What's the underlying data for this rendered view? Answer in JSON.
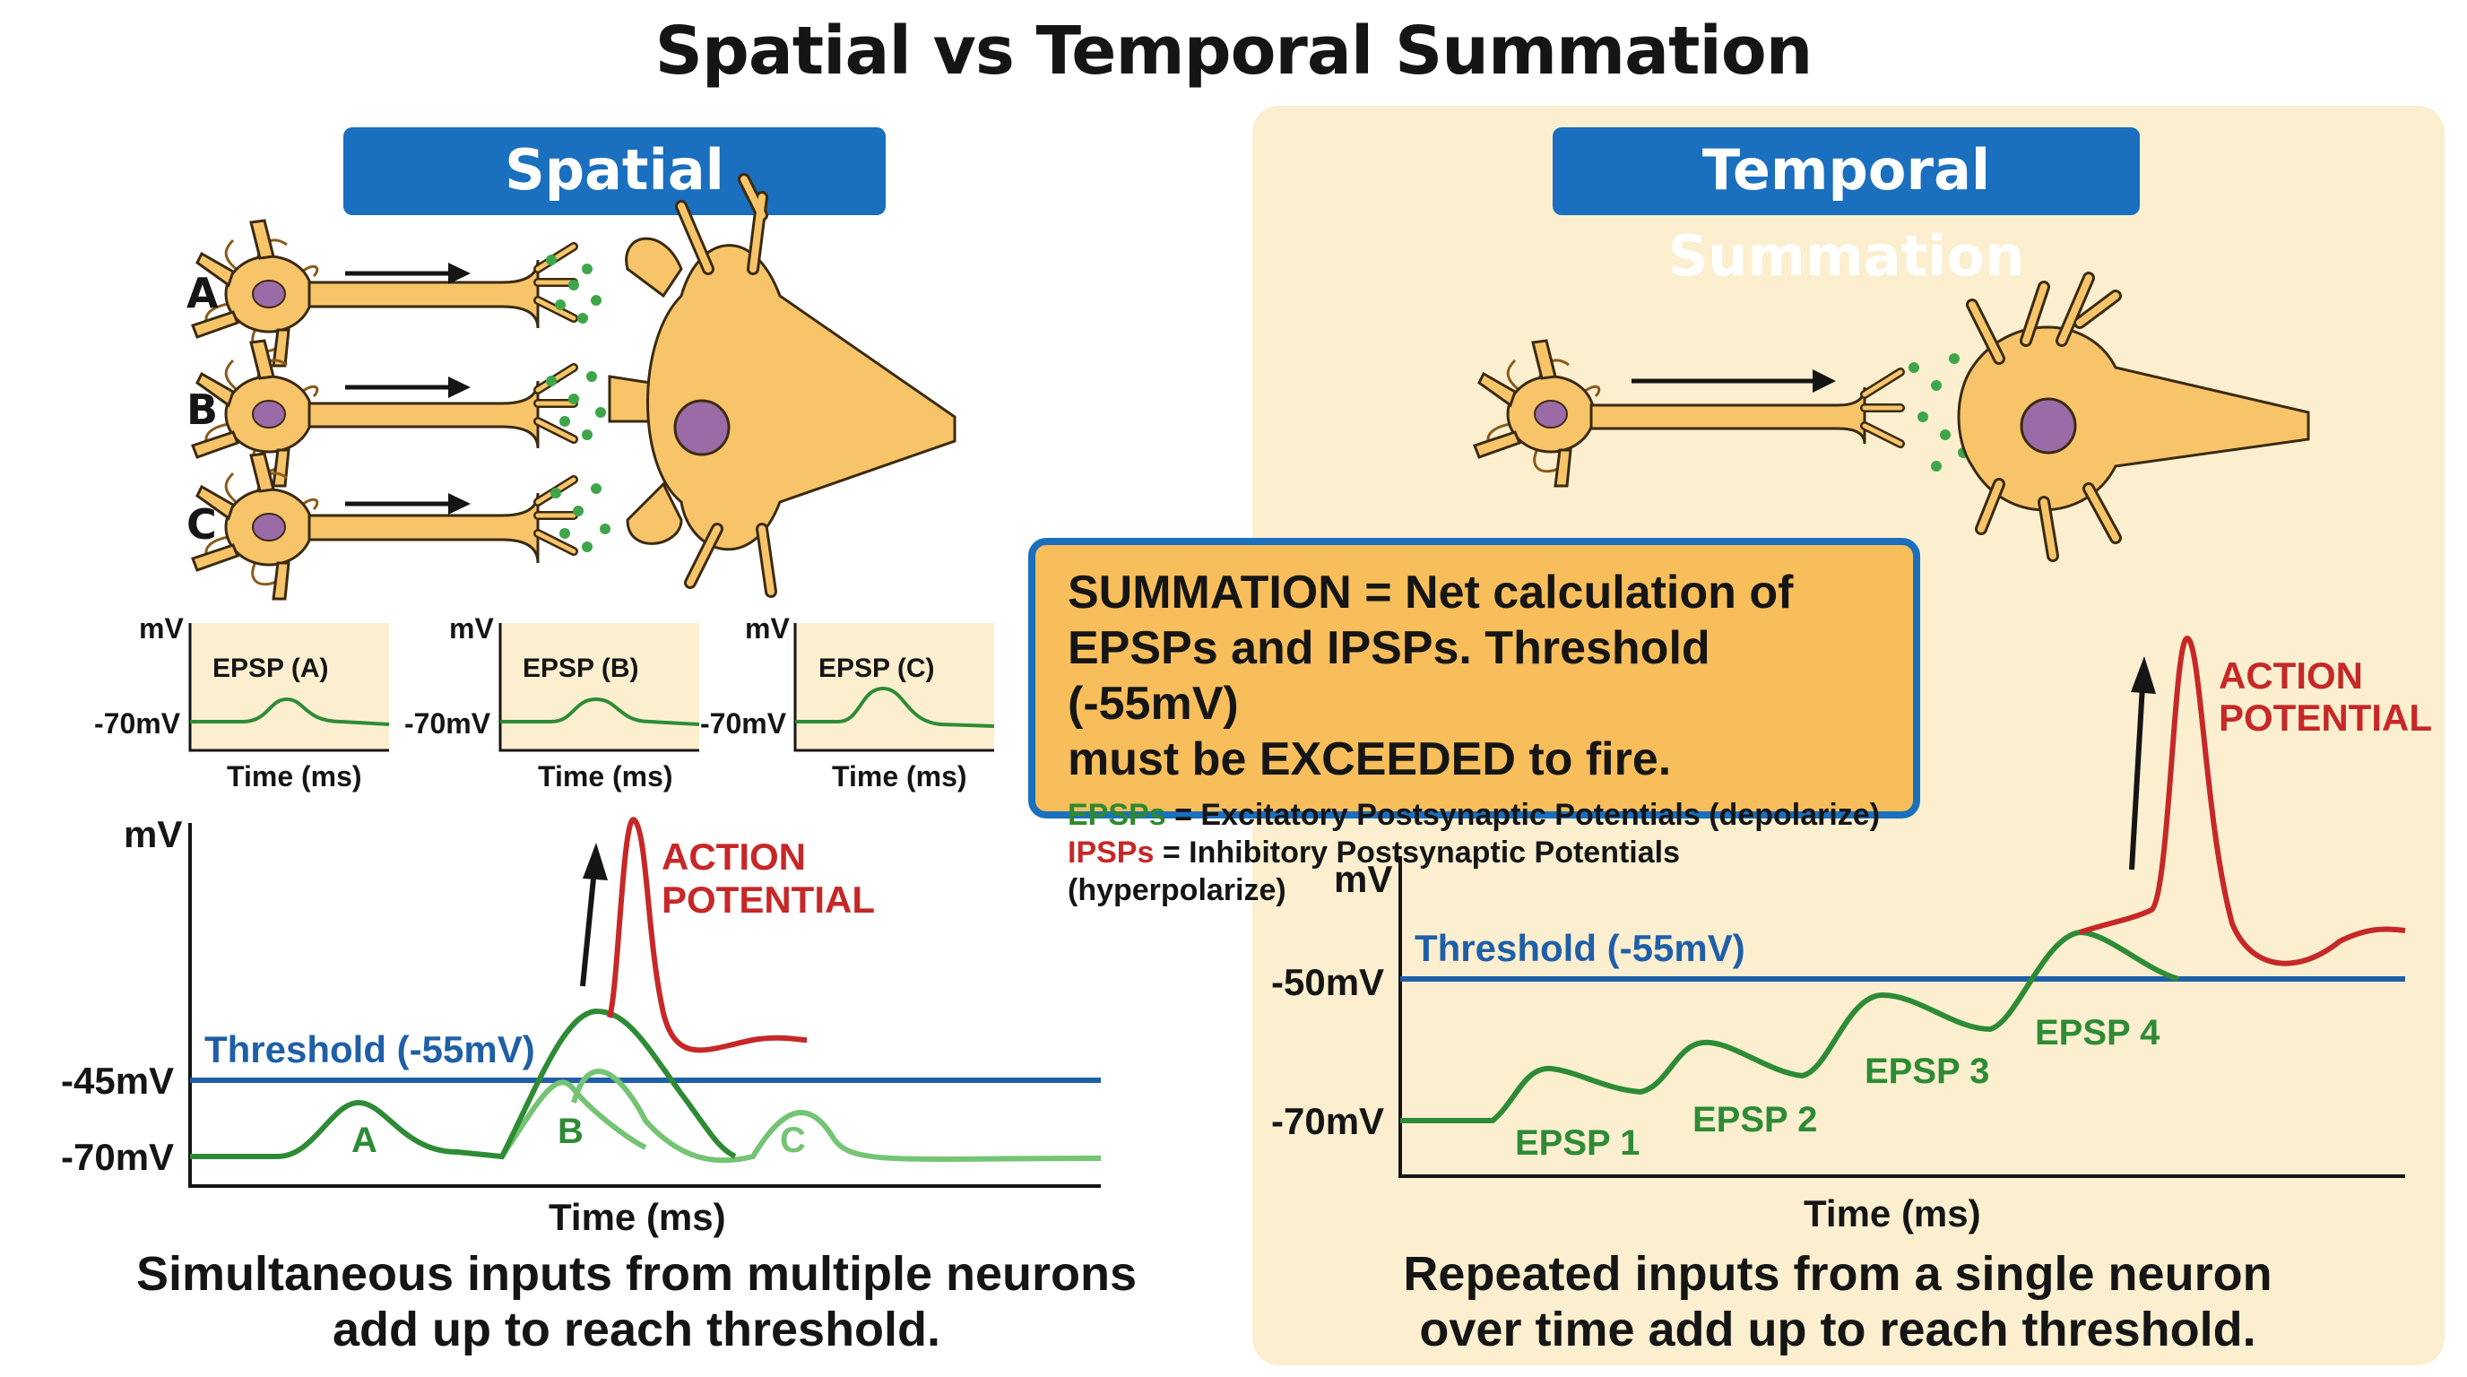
{
  "title": "Spatial vs Temporal Summation",
  "spatial": {
    "header": "Spatial Summation",
    "neuron_labels": [
      "A",
      "B",
      "C"
    ],
    "mini_graphs": [
      {
        "label": "EPSP (A)",
        "y_unit": "mV",
        "y_tick": "-70mV",
        "x_label": "Time (ms)"
      },
      {
        "label": "EPSP (B)",
        "y_unit": "mV",
        "y_tick": "-70mV",
        "x_label": "Time (ms)"
      },
      {
        "label": "EPSP (C)",
        "y_unit": "mV",
        "y_tick": "-70mV",
        "x_label": "Time (ms)"
      }
    ],
    "main_graph": {
      "y_unit": "mV",
      "y_ticks": [
        "-45mV",
        "-70mV"
      ],
      "x_label": "Time (ms)",
      "threshold_label": "Threshold (-55mV)",
      "action_potential_label": [
        "ACTION",
        "POTENTIAL"
      ],
      "peak_labels": [
        "A",
        "B",
        "C"
      ]
    },
    "caption": [
      "Simultaneous inputs from multiple neurons",
      "add up to reach threshold."
    ]
  },
  "temporal": {
    "header": "Temporal Summation",
    "graph": {
      "y_unit": "mV",
      "y_ticks": [
        "-50mV",
        "-70mV"
      ],
      "x_label": "Time (ms)",
      "threshold_label": "Threshold (-55mV)",
      "action_potential_label": [
        "ACTION",
        "POTENTIAL"
      ],
      "epsp_labels": [
        "EPSP 1",
        "EPSP 2",
        "EPSP 3",
        "EPSP 4"
      ]
    },
    "caption": [
      "Repeated inputs from a single neuron",
      "over time add up to reach threshold."
    ]
  },
  "summary": {
    "main": "SUMMATION = Net calculation of\n EPSPs and IPSPs. Threshold (-55mV)\n must be EXCEEDED to fire.",
    "epsp_term": "EPSPs",
    "epsp_def": " = Excitatory Postsynaptic Potentials (depolarize)",
    "ipsp_term": "IPSPs",
    "ipsp_def": " = Inhibitory Postsynaptic Potentials (hyperpolarize)"
  },
  "colors": {
    "header_bg": "#1a6fbe",
    "threshold": "#1f5fa8",
    "epsp_green": "#2e8b35",
    "epsp_light_green": "#74c474",
    "action_red": "#c62828",
    "neuron_fill": "#f7c46a",
    "nucleus": "#9b6ba8",
    "panel_bg": "#fbefcf",
    "summary_bg": "#f7be5b"
  }
}
